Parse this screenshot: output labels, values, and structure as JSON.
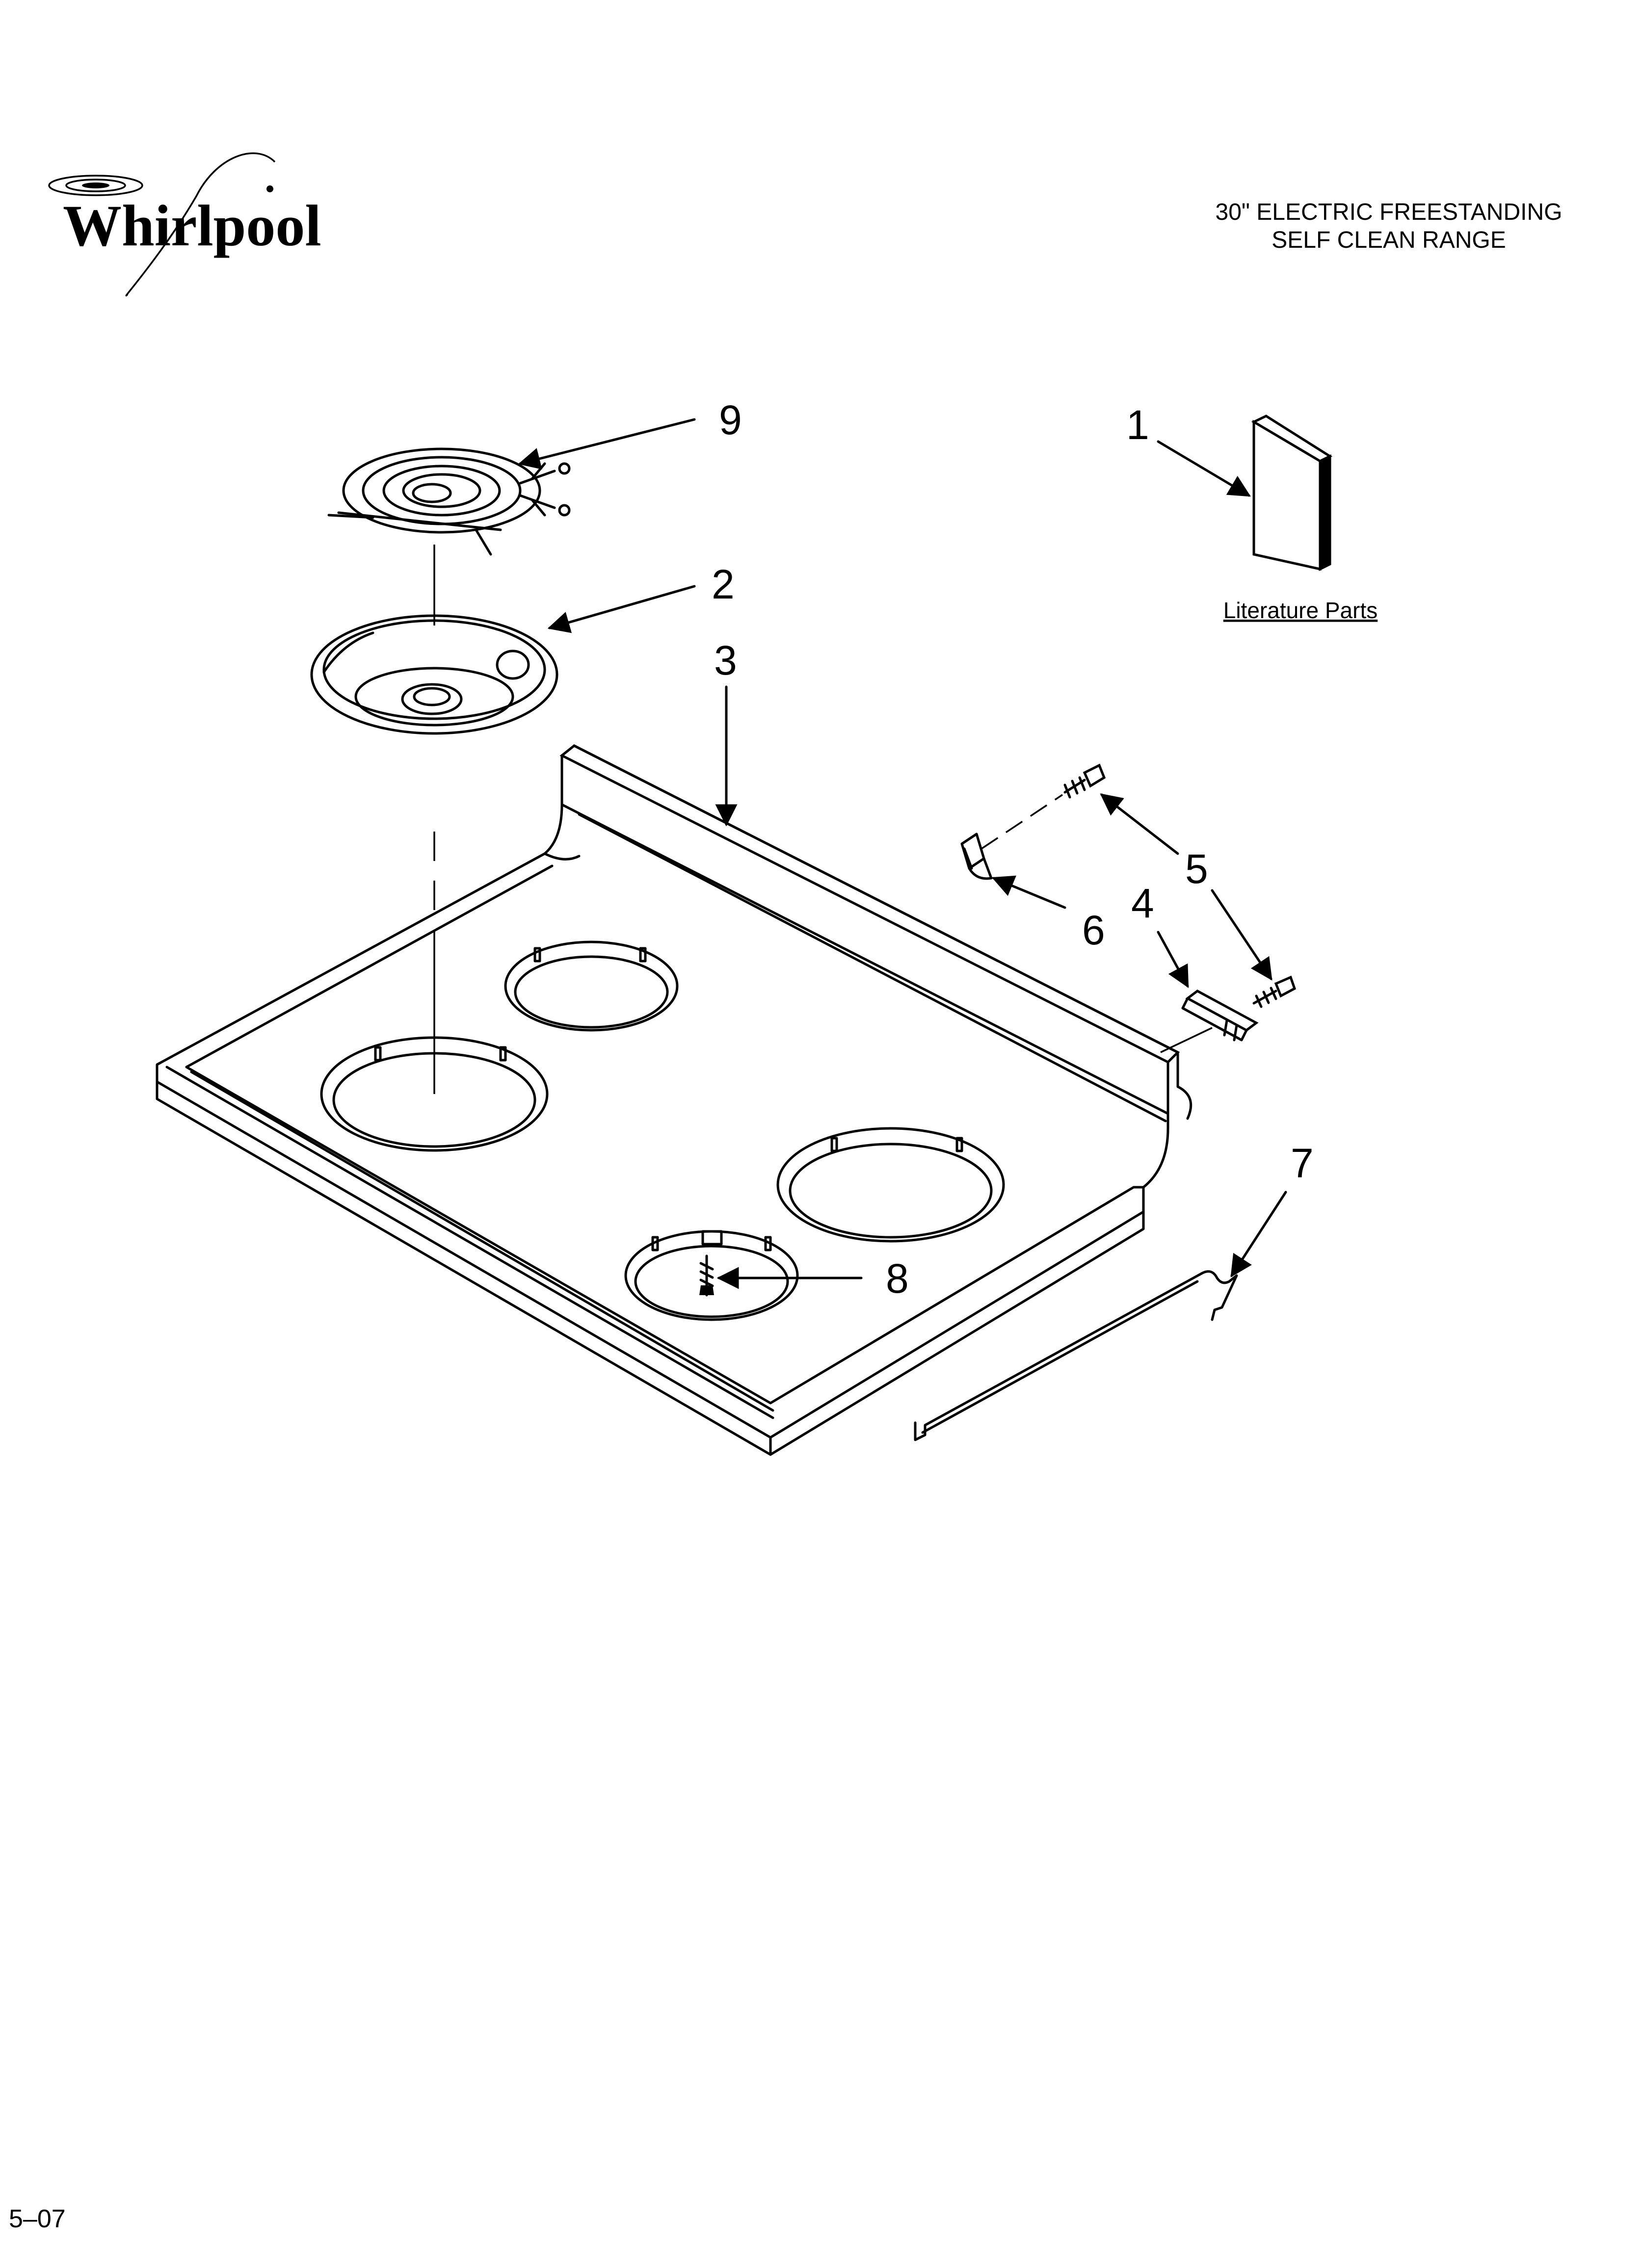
{
  "header": {
    "brand": "Whirlpool",
    "title_line1": "30\" ELECTRIC FREESTANDING",
    "title_line2": "SELF CLEAN RANGE"
  },
  "literature": {
    "label": "Literature Parts"
  },
  "callouts": {
    "c1": "1",
    "c2": "2",
    "c3": "3",
    "c4": "4",
    "c5": "5",
    "c6": "6",
    "c7": "7",
    "c8": "8",
    "c9": "9"
  },
  "footer": {
    "code": "5–07"
  }
}
